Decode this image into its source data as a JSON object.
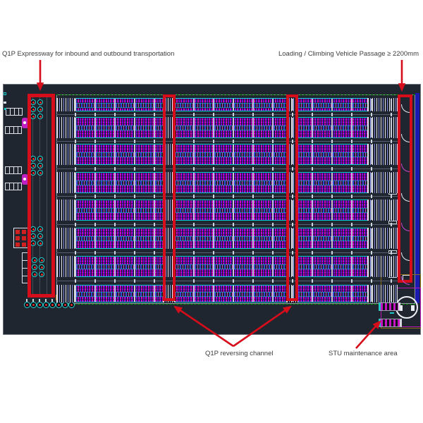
{
  "drawing": {
    "type": "warehouse-layout-cad-plan",
    "background": "#20262f"
  },
  "colors": {
    "annotation_red": "#d60d1a",
    "rack_magenta": "#cf06cf",
    "rack_purple": "#7d08e2",
    "rack_blue": "#2d14d4",
    "aisle_cyan": "#00d2d2",
    "structure_white": "#e8ecf2",
    "edge_dark_blue": "#1a1ab0",
    "stu_olive": "#8a6d1a",
    "green_dash": "#00a000",
    "label_text": "#3d3d3d"
  },
  "annotations": {
    "expressway": {
      "label": "Q1P Expressway for inbound and outbound transportation"
    },
    "loading_passage": {
      "label": "Loading / Climbing Vehicle Passage ≥ 2200mm"
    },
    "reversing_channel": {
      "label": "Q1P reversing channel"
    },
    "stu_area": {
      "label": "STU maintenance area"
    }
  },
  "icons": {
    "annotation_arrow": "red straight arrow with solid triangular head",
    "door_swing_icon": "quarter-circle door swing arc",
    "agv_marker_icon": "circle with red center dot (vehicle position)",
    "lift_icon": "white square (lift/elevator)",
    "dock_table_icon": "white 4-cell rectangle (dock conveyor)"
  }
}
